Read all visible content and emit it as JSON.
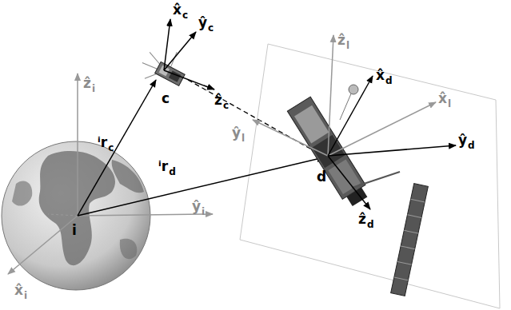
{
  "diagram": {
    "labels": [
      "x̂c",
      "ŷc",
      "ẑc",
      "c",
      "ẑl",
      "x̂d",
      "x̂l",
      "ŷl",
      "ŷd",
      "ⁱrc",
      "ẑi",
      "ⁱrd",
      "d",
      "ẑd",
      "ŷi",
      "i",
      "x̂i"
    ]
  }
}
